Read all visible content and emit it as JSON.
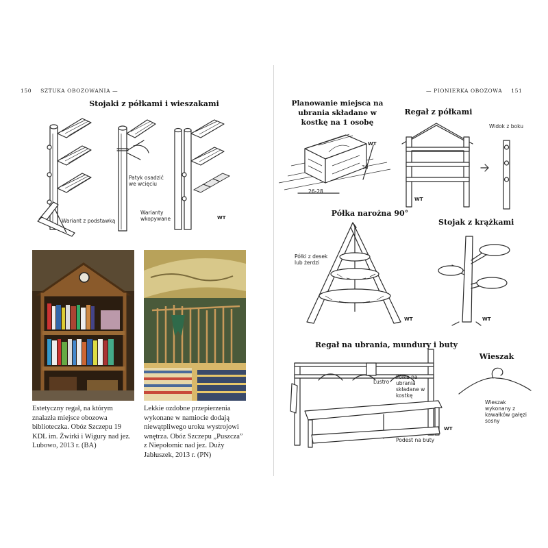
{
  "left_page": {
    "page_number": "150",
    "running_title": "SZTUKA OBOZOWANIA —",
    "section_title": "Stojaki z półkami i wieszakami",
    "labels": {
      "patyk": "Patyk osadzić we wcięciu",
      "wariant_podstawka": "Wariant z podstawką",
      "warianty_wkopywane": "Warianty wkopywane"
    },
    "signature": "WT",
    "captions": [
      "Estetyczny regał, na którym znalazła miejsce obozowa biblioteczka. Obóz Szczepu 19 KDL im. Żwirki i Wigury nad jez. Lubowo, 2013 r. (BA)",
      "Lekkie ozdobne przepierzenia wykonane w namiocie dodają niewątpliwego uroku wystrojowi wnętrza. Obóz Szczepu „Puszcza” z Niepołomic nad jez. Duży Jabłuszek, 2013 r. (PN)"
    ]
  },
  "right_page": {
    "page_number": "151",
    "running_title": "— PIONIERKA OBOZOWA",
    "titles": {
      "planowanie": "Planowanie miejsca na ubrania składane w kostkę na 1 osobę",
      "regal": "Regał z półkami",
      "polka_narozna": "Półka narożna 90°",
      "stojak": "Stojak z krążkami",
      "regal_ubrania": "Regał na ubrania, mundury i buty",
      "wieszak": "Wieszak"
    },
    "labels": {
      "wymiar_szer": "26-28",
      "wymiar_gl": "30",
      "widok_z_boku": "Widok z boku",
      "polki_z_desek": "Półki z desek lub żerdzi",
      "lustro": "Lustro",
      "polka_na_ubrania": "Półka na ubrania składane w kostkę",
      "podest": "Podest na buty",
      "wieszak_opis": "Wieszak wykonany z kawałków gałęzi sosny"
    },
    "signature": "WT"
  },
  "colors": {
    "ink": "#2a2a2a",
    "paper": "#ffffff",
    "photo_wood": "#8a5a2b",
    "photo_tent": "#b8a25a"
  }
}
